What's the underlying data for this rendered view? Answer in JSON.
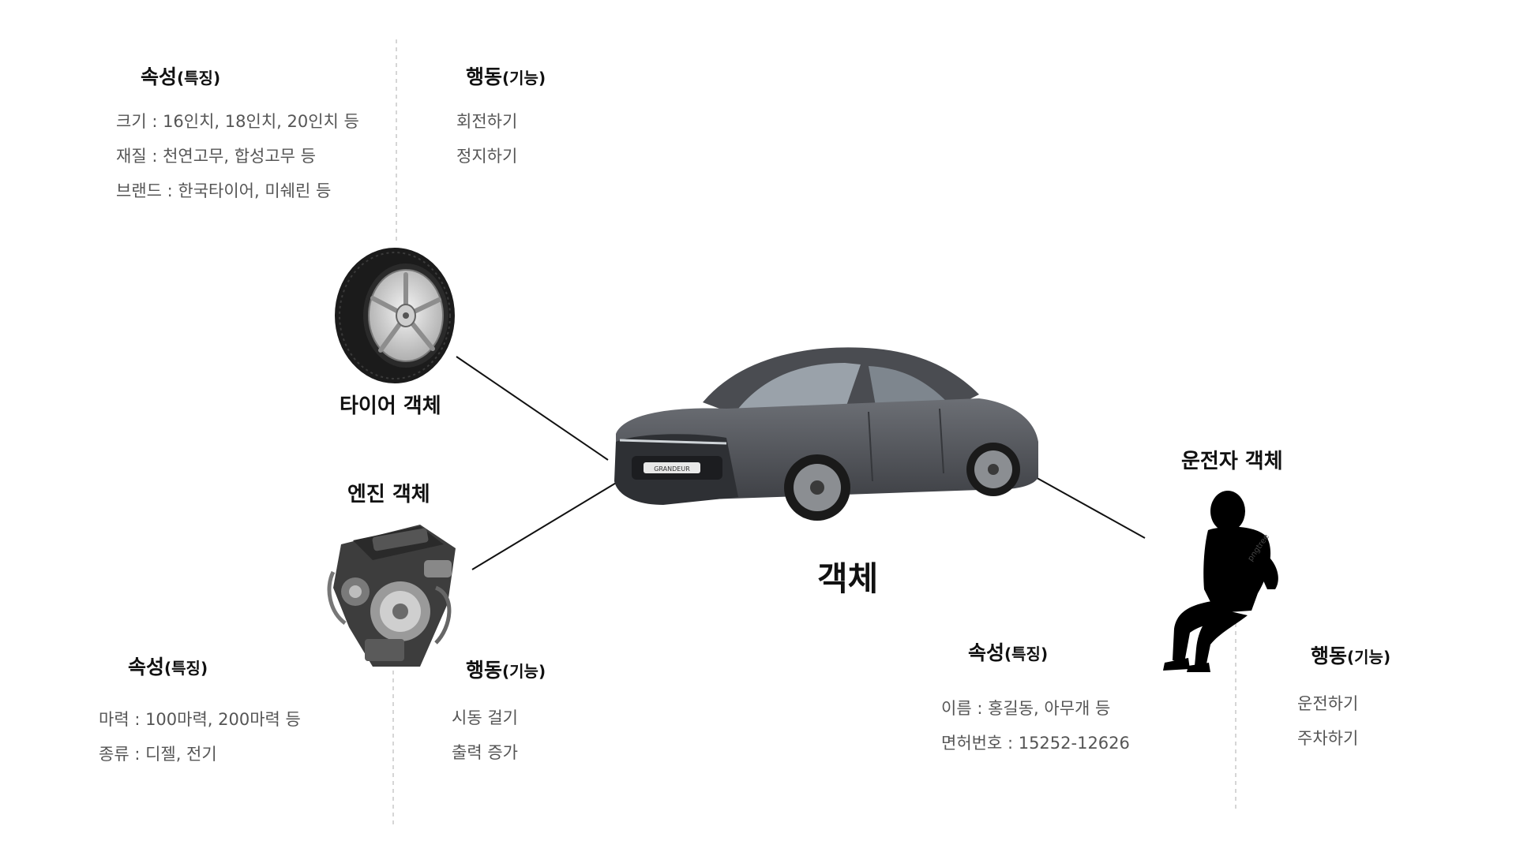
{
  "tire": {
    "attr_title": "속성",
    "attr_sub": "(특징)",
    "attr_items": [
      "크기 : 16인치, 18인치, 20인치 등",
      "재질 : 천연고무, 합성고무 등",
      "브랜드 : 한국타이어, 미쉐린 등"
    ],
    "beh_title": "행동",
    "beh_sub": "(기능)",
    "beh_items": [
      "회전하기",
      "정지하기"
    ],
    "label": "타이어 객체"
  },
  "engine": {
    "label": "엔진 객체",
    "attr_title": "속성",
    "attr_sub": "(특징)",
    "attr_items": [
      "마력 : 100마력, 200마력 등",
      "종류 : 디젤, 전기"
    ],
    "beh_title": "행동",
    "beh_sub": "(기능)",
    "beh_items": [
      "시동 걸기",
      "출력 증가"
    ]
  },
  "car": {
    "label": "객체",
    "plate_text": "GRANDEUR"
  },
  "driver": {
    "label": "운전자 객체",
    "attr_title": "속성",
    "attr_sub": "(특징)",
    "attr_items": [
      "이름 : 홍길동, 아무개 등",
      "면허번호 : 15252-12626"
    ],
    "beh_title": "행동",
    "beh_sub": "(기능)",
    "beh_items": [
      "운전하기",
      "주차하기"
    ],
    "watermark": "pngtree"
  },
  "colors": {
    "text": "#111111",
    "item_text": "#555555",
    "divider": "#c8c8c8",
    "car_body": "#55585e",
    "silhouette": "#000000"
  }
}
